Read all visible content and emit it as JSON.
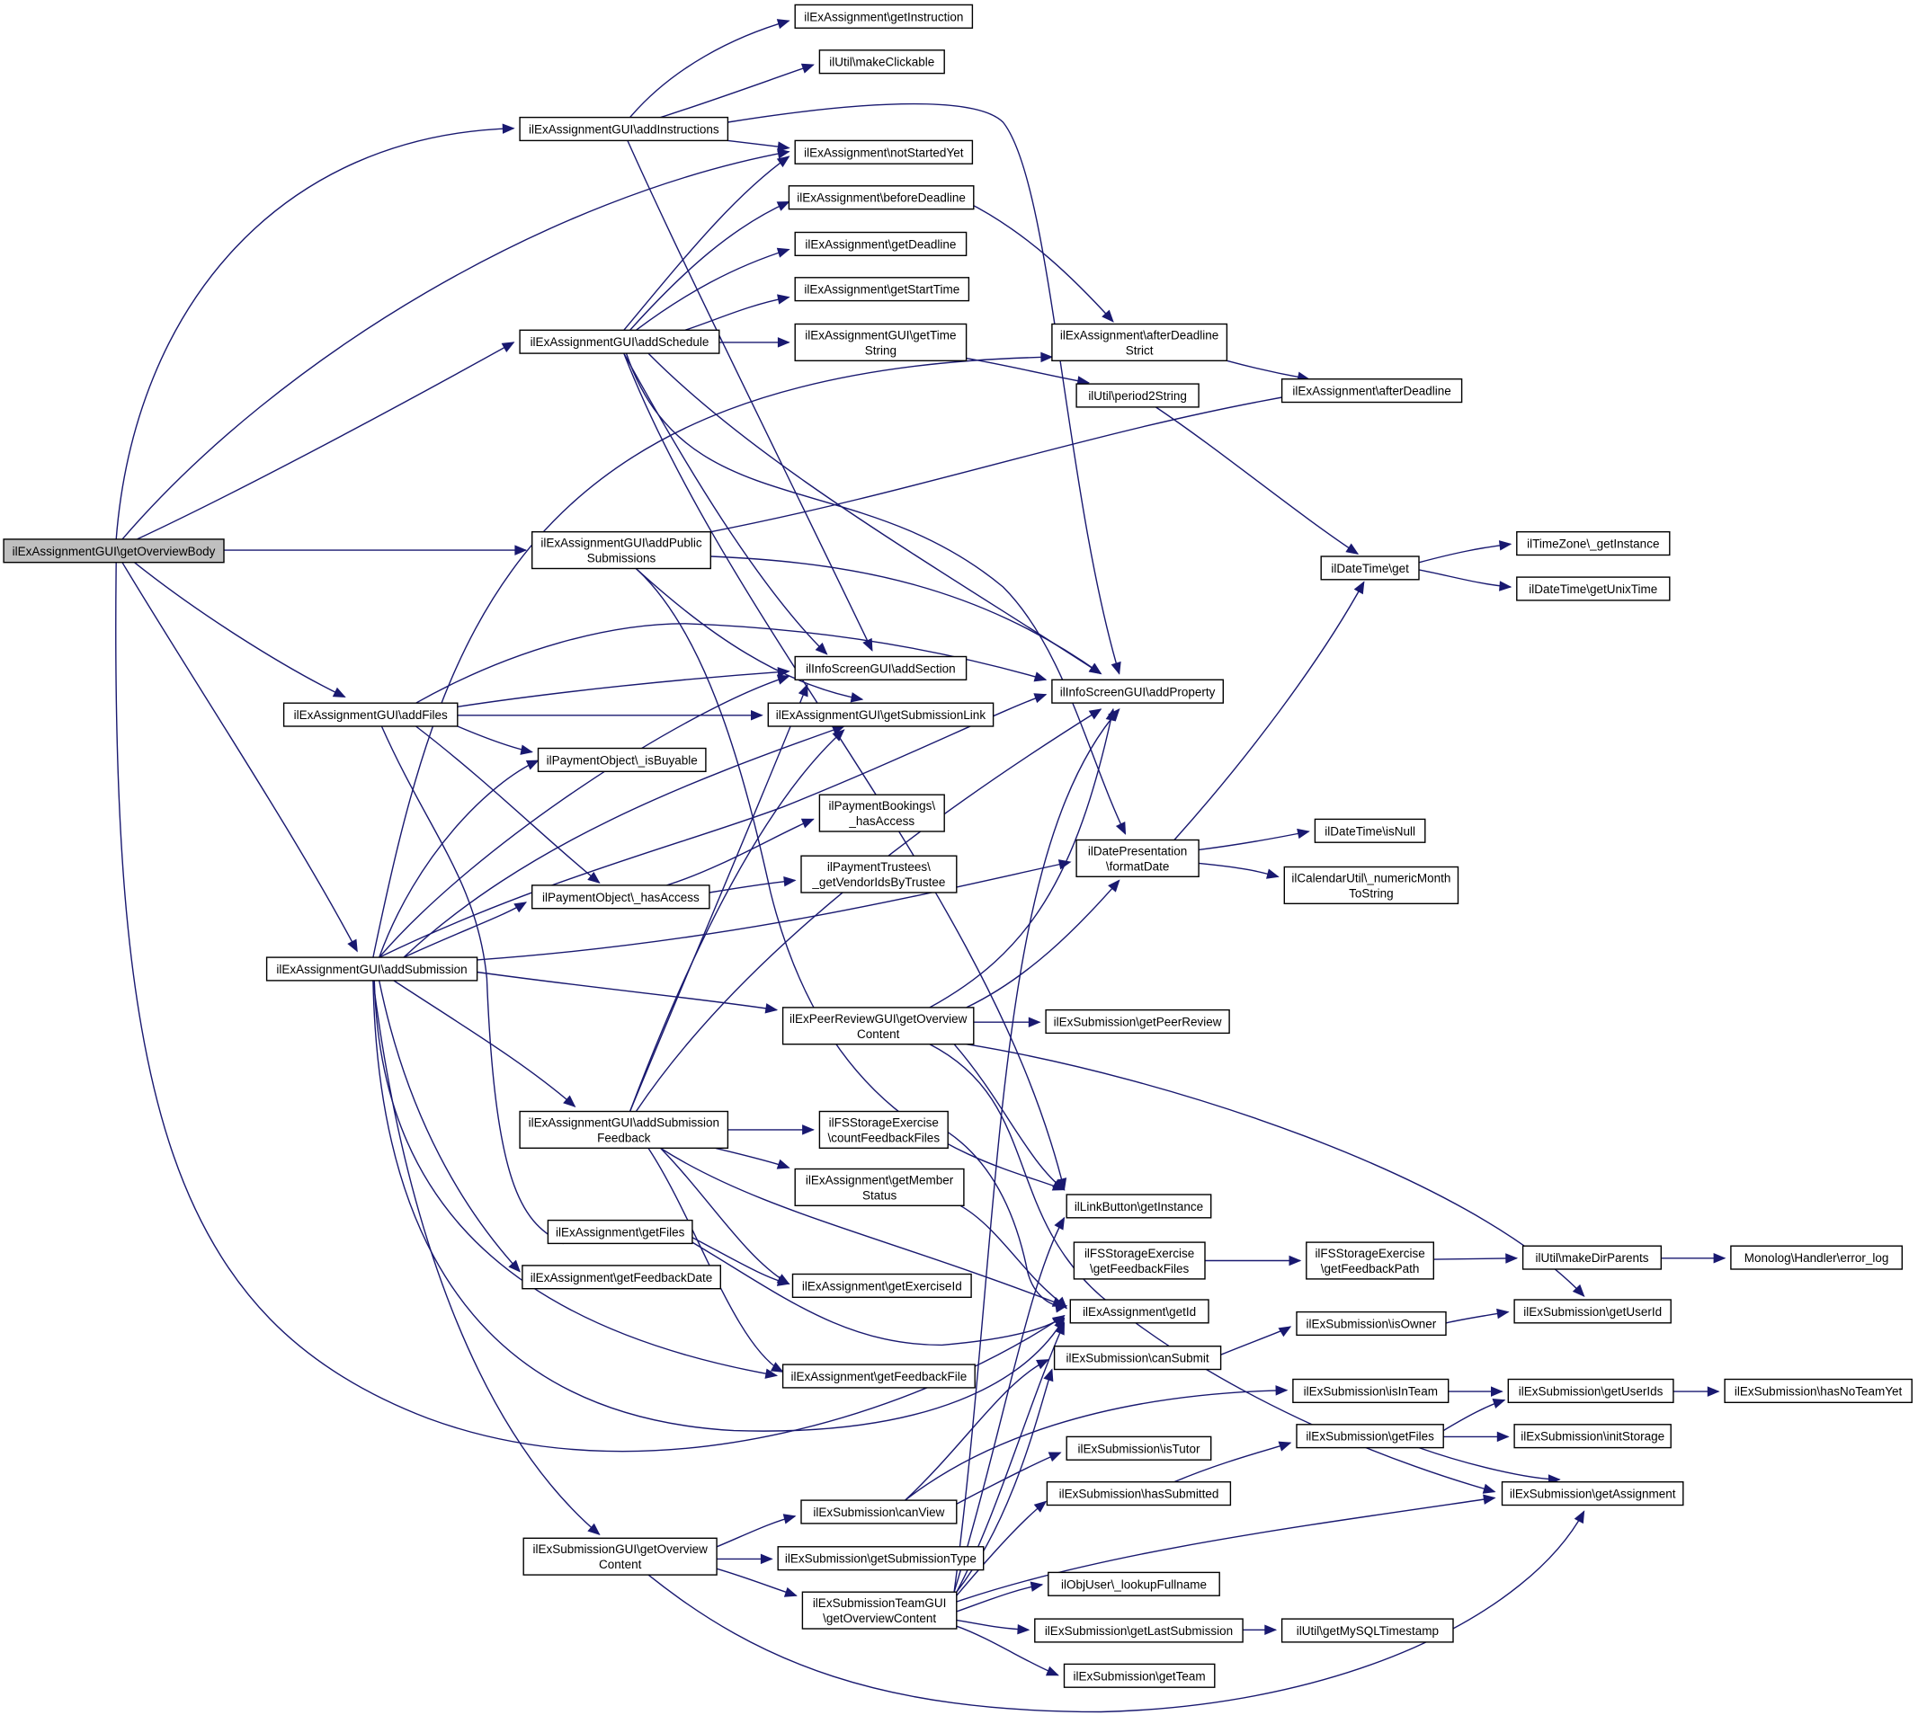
{
  "diagram": {
    "type": "call-graph",
    "colors": {
      "edge": "#191970",
      "node_border": "#000000",
      "node_fill": "#ffffff",
      "root_fill": "#bfbfbf"
    },
    "nodes": [
      {
        "id": "getOverviewBody",
        "lines": [
          "ilExAssignmentGUI\\getOverviewBody"
        ],
        "root": true
      },
      {
        "id": "addInstructions",
        "lines": [
          "ilExAssignmentGUI\\addInstructions"
        ]
      },
      {
        "id": "getInstruction",
        "lines": [
          "ilExAssignment\\getInstruction"
        ]
      },
      {
        "id": "makeClickable",
        "lines": [
          "ilUtil\\makeClickable"
        ]
      },
      {
        "id": "notStartedYet",
        "lines": [
          "ilExAssignment\\notStartedYet"
        ]
      },
      {
        "id": "beforeDeadline",
        "lines": [
          "ilExAssignment\\beforeDeadline"
        ]
      },
      {
        "id": "getDeadline",
        "lines": [
          "ilExAssignment\\getDeadline"
        ]
      },
      {
        "id": "getStartTime",
        "lines": [
          "ilExAssignment\\getStartTime"
        ]
      },
      {
        "id": "getTimeString",
        "lines": [
          "ilExAssignmentGUI\\getTime",
          "String"
        ]
      },
      {
        "id": "addSchedule",
        "lines": [
          "ilExAssignmentGUI\\addSchedule"
        ]
      },
      {
        "id": "afterDeadlineStrict",
        "lines": [
          "ilExAssignment\\afterDeadline",
          "Strict"
        ]
      },
      {
        "id": "period2String",
        "lines": [
          "ilUtil\\period2String"
        ]
      },
      {
        "id": "afterDeadline",
        "lines": [
          "ilExAssignment\\afterDeadline"
        ]
      },
      {
        "id": "addPublicSubmissions",
        "lines": [
          "ilExAssignmentGUI\\addPublic",
          "Submissions"
        ]
      },
      {
        "id": "dateTimeGet",
        "lines": [
          "ilDateTime\\get"
        ]
      },
      {
        "id": "tzGetInstance",
        "lines": [
          "ilTimeZone\\_getInstance"
        ]
      },
      {
        "id": "getUnixTime",
        "lines": [
          "ilDateTime\\getUnixTime"
        ]
      },
      {
        "id": "addFiles",
        "lines": [
          "ilExAssignmentGUI\\addFiles"
        ]
      },
      {
        "id": "addSection",
        "lines": [
          "ilInfoScreenGUI\\addSection"
        ]
      },
      {
        "id": "getSubmissionLink",
        "lines": [
          "ilExAssignmentGUI\\getSubmissionLink"
        ]
      },
      {
        "id": "addProperty",
        "lines": [
          "ilInfoScreenGUI\\addProperty"
        ]
      },
      {
        "id": "isBuyable",
        "lines": [
          "ilPaymentObject\\_isBuyable"
        ]
      },
      {
        "id": "pbHasAccess",
        "lines": [
          "ilPaymentBookings\\",
          "_hasAccess"
        ]
      },
      {
        "id": "getVendorIds",
        "lines": [
          "ilPaymentTrustees\\",
          "_getVendorIdsByTrustee"
        ]
      },
      {
        "id": "poHasAccess",
        "lines": [
          "ilPaymentObject\\_hasAccess"
        ]
      },
      {
        "id": "formatDate",
        "lines": [
          "ilDatePresentation",
          "\\formatDate"
        ]
      },
      {
        "id": "isNull",
        "lines": [
          "ilDateTime\\isNull"
        ]
      },
      {
        "id": "numericMonth",
        "lines": [
          "ilCalendarUtil\\_numericMonth",
          "ToString"
        ]
      },
      {
        "id": "addSubmission",
        "lines": [
          "ilExAssignmentGUI\\addSubmission"
        ]
      },
      {
        "id": "peerOverview",
        "lines": [
          "ilExPeerReviewGUI\\getOverview",
          "Content"
        ]
      },
      {
        "id": "getPeerReview",
        "lines": [
          "ilExSubmission\\getPeerReview"
        ]
      },
      {
        "id": "addSubmissionFeedback",
        "lines": [
          "ilExAssignmentGUI\\addSubmission",
          "Feedback"
        ]
      },
      {
        "id": "countFeedbackFiles",
        "lines": [
          "ilFSStorageExercise",
          "\\countFeedbackFiles"
        ]
      },
      {
        "id": "getMemberStatus",
        "lines": [
          "ilExAssignment\\getMember",
          "Status"
        ]
      },
      {
        "id": "linkGetInstance",
        "lines": [
          "ilLinkButton\\getInstance"
        ]
      },
      {
        "id": "exaGetFiles",
        "lines": [
          "ilExAssignment\\getFiles"
        ]
      },
      {
        "id": "getFeedbackFiles",
        "lines": [
          "ilFSStorageExercise",
          "\\getFeedbackFiles"
        ]
      },
      {
        "id": "getFeedbackPath",
        "lines": [
          "ilFSStorageExercise",
          "\\getFeedbackPath"
        ]
      },
      {
        "id": "makeDirParents",
        "lines": [
          "ilUtil\\makeDirParents"
        ]
      },
      {
        "id": "errorLog",
        "lines": [
          "Monolog\\Handler\\error_log"
        ]
      },
      {
        "id": "getFeedbackDate",
        "lines": [
          "ilExAssignment\\getFeedbackDate"
        ]
      },
      {
        "id": "getExerciseId",
        "lines": [
          "ilExAssignment\\getExerciseId"
        ]
      },
      {
        "id": "getId",
        "lines": [
          "ilExAssignment\\getId"
        ]
      },
      {
        "id": "isOwner",
        "lines": [
          "ilExSubmission\\isOwner"
        ]
      },
      {
        "id": "getUserId",
        "lines": [
          "ilExSubmission\\getUserId"
        ]
      },
      {
        "id": "canSubmit",
        "lines": [
          "ilExSubmission\\canSubmit"
        ]
      },
      {
        "id": "getFeedbackFile",
        "lines": [
          "ilExAssignment\\getFeedbackFile"
        ]
      },
      {
        "id": "isInTeam",
        "lines": [
          "ilExSubmission\\isInTeam"
        ]
      },
      {
        "id": "getUserIds",
        "lines": [
          "ilExSubmission\\getUserIds"
        ]
      },
      {
        "id": "hasNoTeamYet",
        "lines": [
          "ilExSubmission\\hasNoTeamYet"
        ]
      },
      {
        "id": "exsGetFiles",
        "lines": [
          "ilExSubmission\\getFiles"
        ]
      },
      {
        "id": "initStorage",
        "lines": [
          "ilExSubmission\\initStorage"
        ]
      },
      {
        "id": "isTutor",
        "lines": [
          "ilExSubmission\\isTutor"
        ]
      },
      {
        "id": "hasSubmitted",
        "lines": [
          "ilExSubmission\\hasSubmitted"
        ]
      },
      {
        "id": "getAssignment",
        "lines": [
          "ilExSubmission\\getAssignment"
        ]
      },
      {
        "id": "canView",
        "lines": [
          "ilExSubmission\\canView"
        ]
      },
      {
        "id": "subGuiOverview",
        "lines": [
          "ilExSubmissionGUI\\getOverview",
          "Content"
        ]
      },
      {
        "id": "getSubmissionType",
        "lines": [
          "ilExSubmission\\getSubmissionType"
        ]
      },
      {
        "id": "lookupFullname",
        "lines": [
          "ilObjUser\\_lookupFullname"
        ]
      },
      {
        "id": "teamOverview",
        "lines": [
          "ilExSubmissionTeamGUI",
          "\\getOverviewContent"
        ]
      },
      {
        "id": "getLastSubmission",
        "lines": [
          "ilExSubmission\\getLastSubmission"
        ]
      },
      {
        "id": "getMySQLTimestamp",
        "lines": [
          "ilUtil\\getMySQLTimestamp"
        ]
      },
      {
        "id": "getTeam",
        "lines": [
          "ilExSubmission\\getTeam"
        ]
      }
    ]
  }
}
